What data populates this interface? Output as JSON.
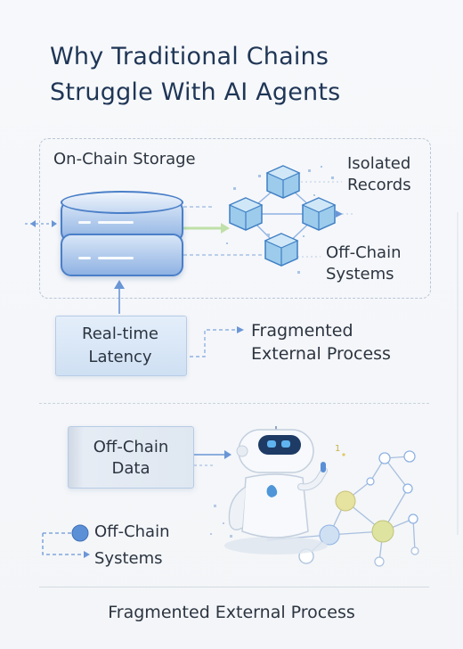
{
  "title": {
    "line1": "Why Traditional Chains",
    "line2": "Struggle With AI Agents"
  },
  "top_panel": {
    "storage_label": "On-Chain Storage",
    "isolated_line1": "Isolated",
    "isolated_line2": "Records",
    "offchain_line1": "Off-Chain",
    "offchain_line2": "Systems"
  },
  "latency_box": {
    "line1": "Real-time",
    "line2": "Latency"
  },
  "fragmented": {
    "line1": "Fragmented",
    "line2": "External Process"
  },
  "data_box": {
    "line1": "Off-Chain",
    "line2": "Data"
  },
  "legend": {
    "line1": "Off-Chain",
    "line2": "Systems"
  },
  "footer": "Fragmented External Process",
  "icons": [
    "database-icon",
    "cube-icon",
    "robot-icon",
    "network-icon"
  ],
  "colors": {
    "title": "#1f3656",
    "accent_blue": "#4a7fc8",
    "cube_fill": "#8fc3e8",
    "node_yellow": "#e6e2a0",
    "arrow_green": "#bfe0a8"
  }
}
